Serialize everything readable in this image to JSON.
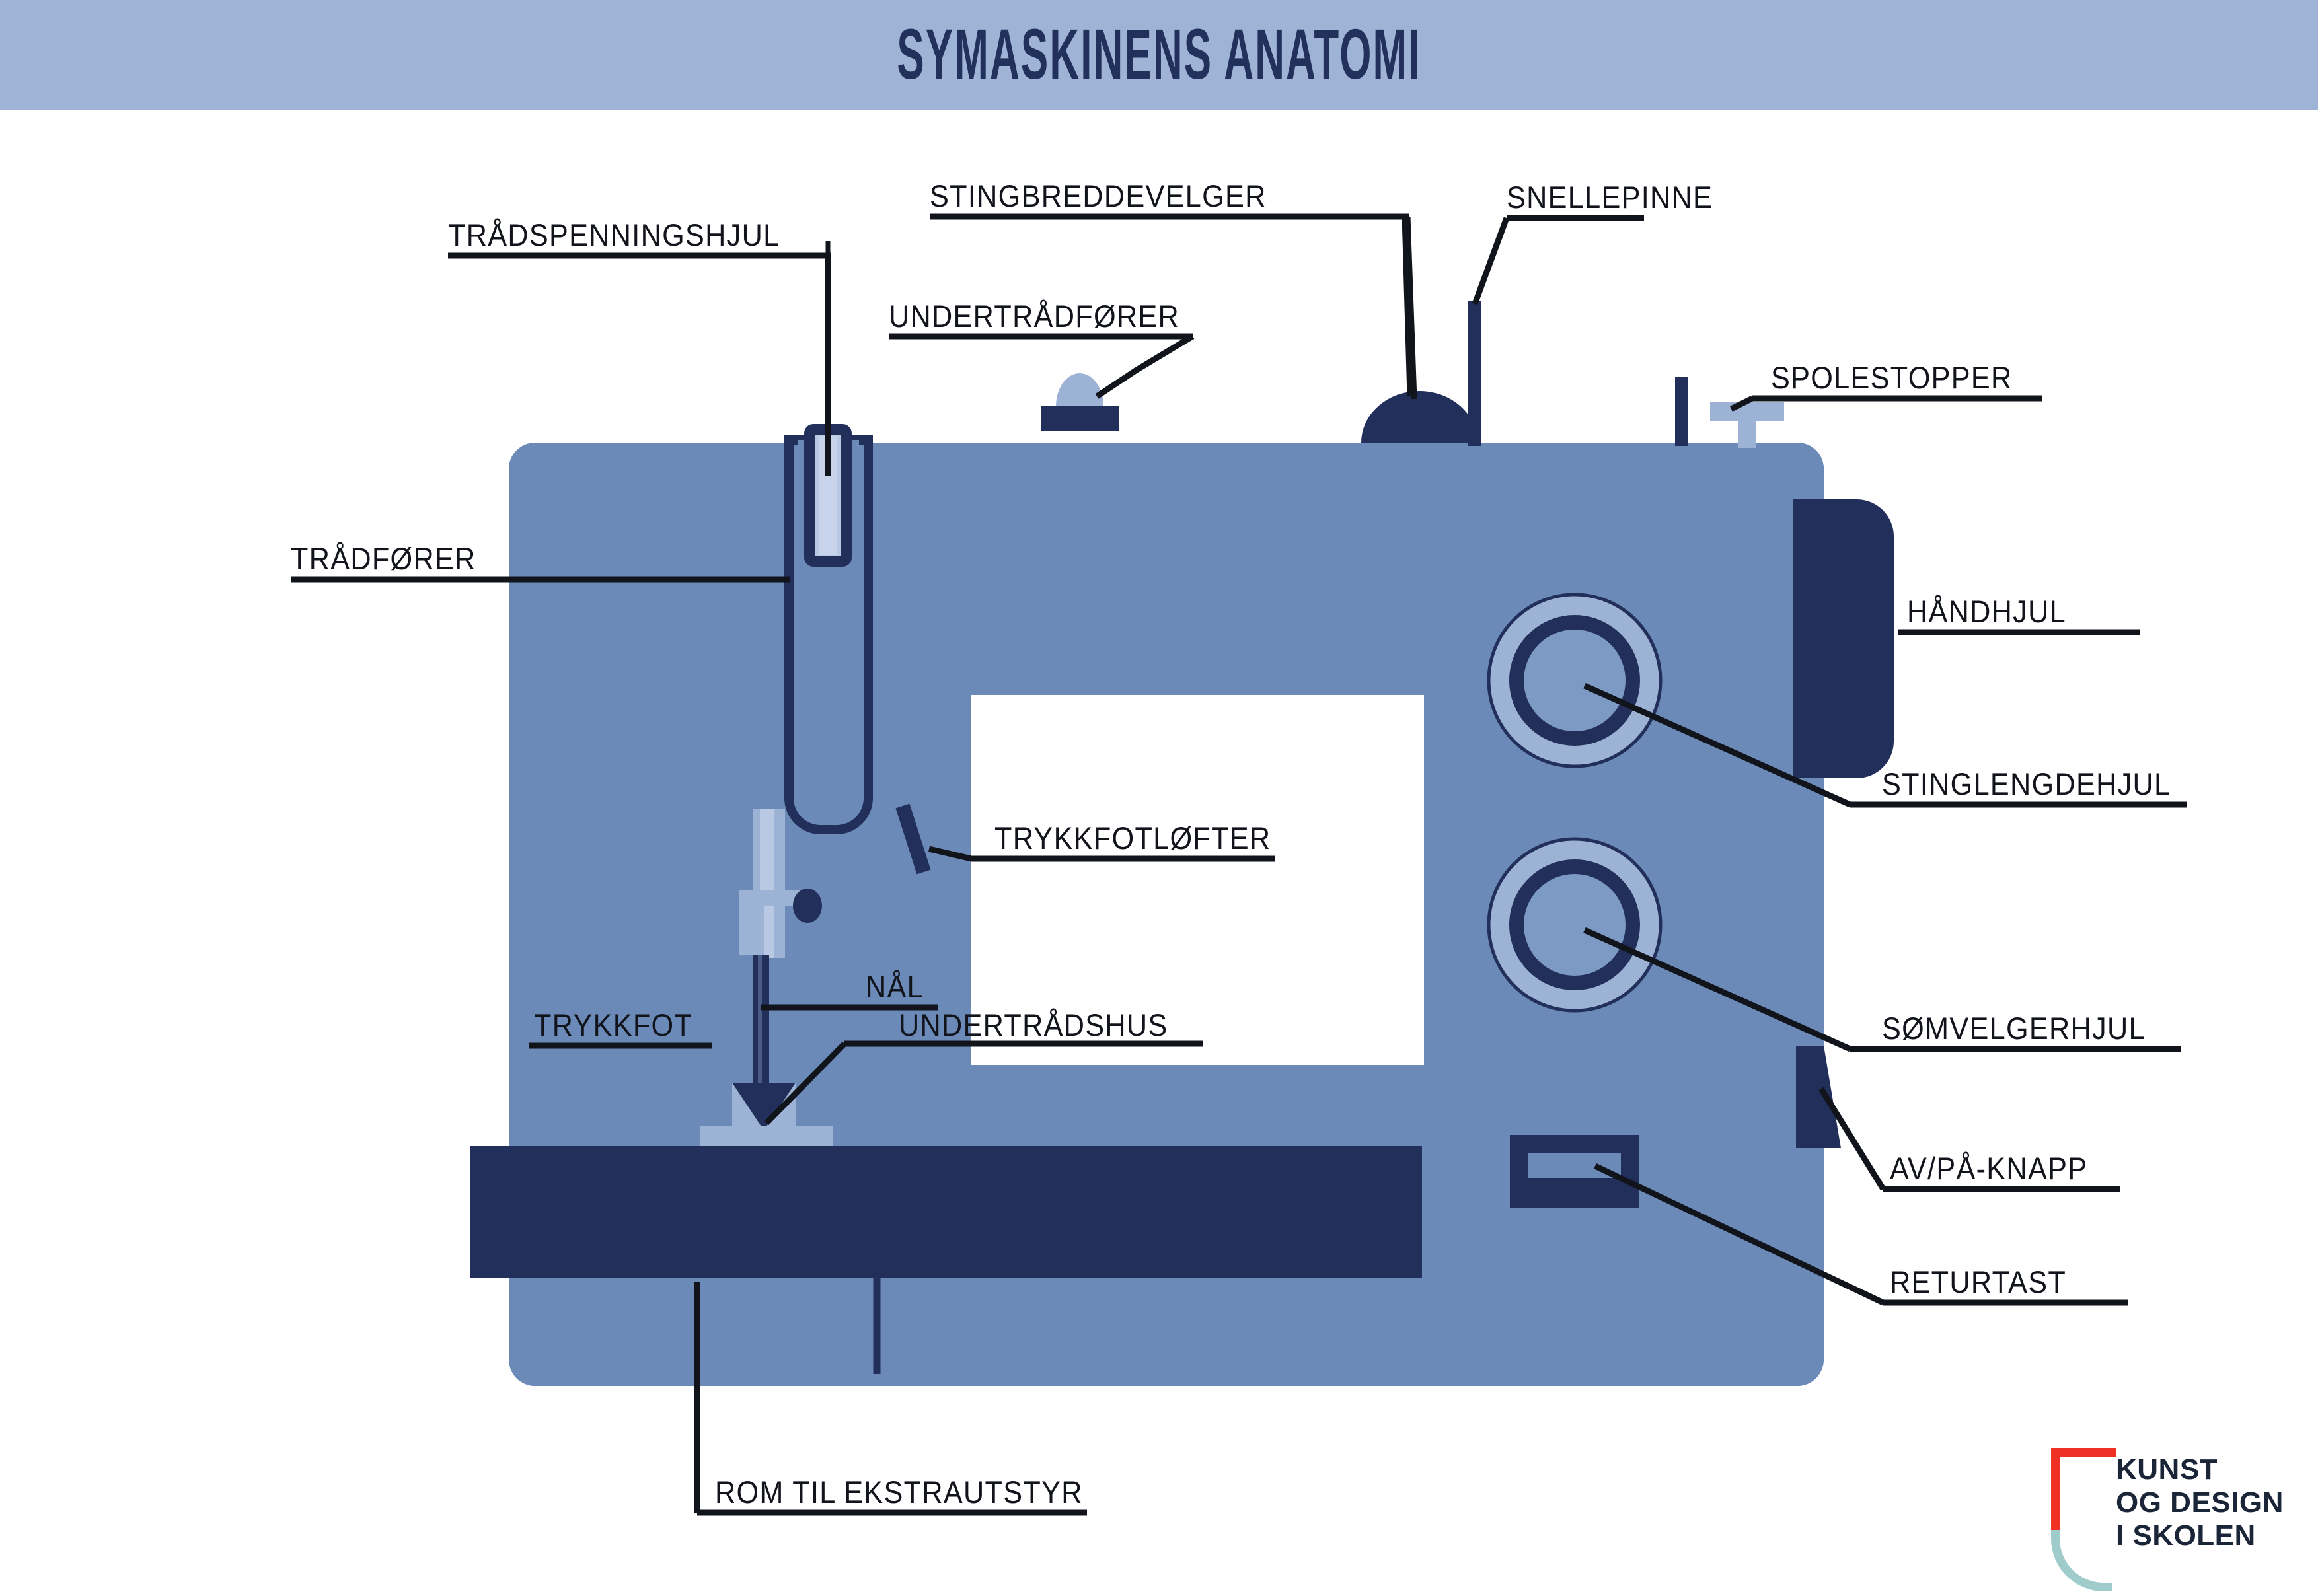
{
  "header": {
    "title": "SYMASKINENS ANATOMI",
    "band_color": "#9fb3d7",
    "title_color": "#22305c"
  },
  "palette": {
    "body_blue": "#6b8ab8",
    "navy": "#232f5b",
    "light_blue": "#9db3d6",
    "pale_blue": "#b9c9e4",
    "white": "#ffffff",
    "line_black": "#12141c",
    "logo_red": "#ee3124",
    "logo_teal": "#9fcccb",
    "logo_navy": "#1b2538"
  },
  "labels": [
    {
      "id": "tradspenningshjul",
      "text": "TRÅDSPENNINGSHJUL"
    },
    {
      "id": "stingbreddevelger",
      "text": "STINGBREDDEVELGER"
    },
    {
      "id": "snellepinne",
      "text": "SNELLEPINNE"
    },
    {
      "id": "undertradforer",
      "text": "UNDERTRÅDFØRER"
    },
    {
      "id": "spolestopper",
      "text": "SPOLESTOPPER"
    },
    {
      "id": "tradforer",
      "text": "TRÅDFØRER"
    },
    {
      "id": "handhjul",
      "text": "HÅNDHJUL"
    },
    {
      "id": "stinglengdehjul",
      "text": "STINGLENGDEHJUL"
    },
    {
      "id": "trykkfotlofter",
      "text": "TRYKKFOTLØFTER"
    },
    {
      "id": "nal",
      "text": "NÅL"
    },
    {
      "id": "somvelgerhjul",
      "text": "SØMVELGERHJUL"
    },
    {
      "id": "trykkfot",
      "text": "TRYKKFOT"
    },
    {
      "id": "undertradshus",
      "text": "UNDERTRÅDSHUS"
    },
    {
      "id": "avpa_knapp",
      "text": "AV/PÅ-KNAPP"
    },
    {
      "id": "returtast",
      "text": "RETURTAST"
    },
    {
      "id": "rom_til_ekstrautstyr",
      "text": "ROM TIL EKSTRAUTSTYR"
    }
  ],
  "logo": {
    "line1": "KUNST",
    "line2": "OG DESIGN",
    "line3": "I SKOLEN"
  }
}
